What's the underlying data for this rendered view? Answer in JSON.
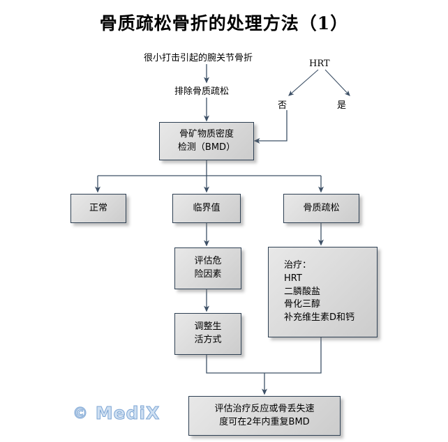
{
  "title": "骨质疏松骨折的处理方法（1）",
  "watermark": {
    "symbol": "©",
    "text": "MediX"
  },
  "labels": {
    "trigger": "很小打击引起的腕关节骨折",
    "exclude": "排除骨质疏松",
    "hrt": "HRT",
    "hrt_no": "否",
    "hrt_yes": "是"
  },
  "nodes": {
    "bmd": "骨矿物质密度\n检测（BMD）",
    "normal": "正常",
    "borderline": "临界值",
    "osteoporosis": "骨质疏松",
    "risk_factors": "评估危\n险因素",
    "lifestyle": "调整生\n活方式",
    "treatment": "治疗：\n    HRT\n二膦酸盐\n骨化三醇\n补充维生素D和钙",
    "followup": "评估治疗反应或骨丢失速\n度可在2年内重复BMD"
  },
  "colors": {
    "line": "#3d5066",
    "box_border": "#2d3f52",
    "box_fill_light": "#e8e8e8",
    "box_fill_dark": "#cccccc",
    "watermark": "#cfe0f2",
    "text": "#000000"
  }
}
